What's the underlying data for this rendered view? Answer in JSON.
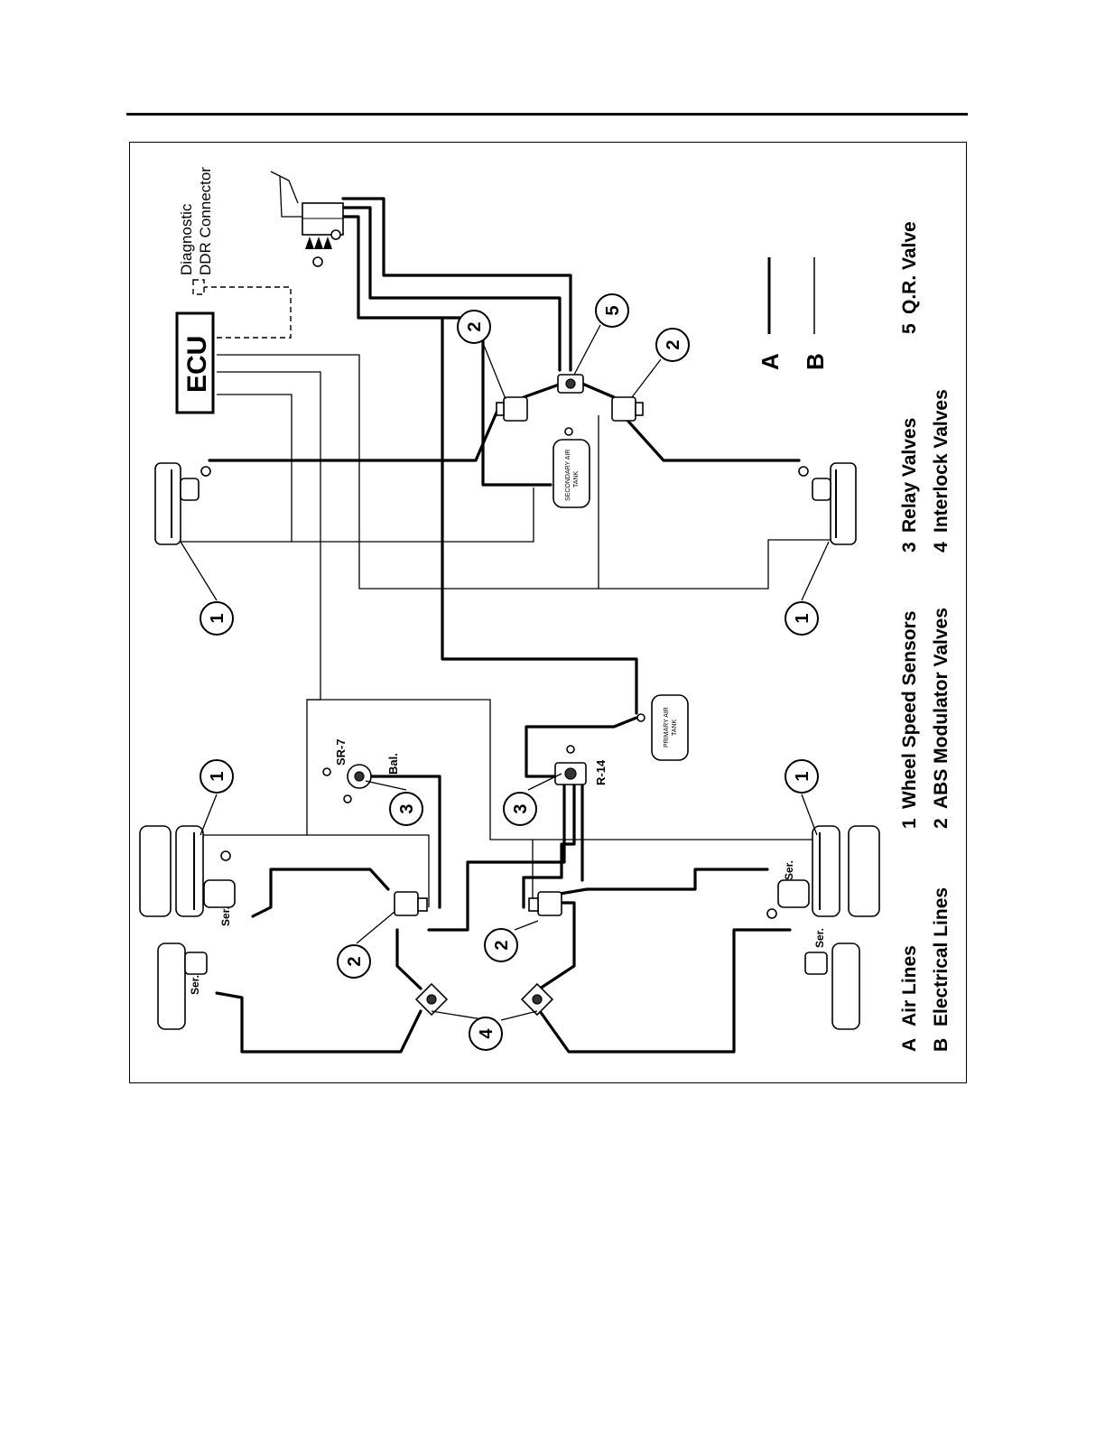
{
  "ecu_label": "ECU",
  "diagnostic_label": "Diagnostic",
  "ddr_connector_label": "DDR Connector",
  "tank_labels": {
    "secondary": [
      "SECONDARY AIR",
      "TANK"
    ],
    "primary": [
      "PRIMARY AIR",
      "TANK"
    ]
  },
  "component_tags": {
    "sr7": "SR-7",
    "bal": "Bal.",
    "r14": "R-14",
    "ser": "Ser."
  },
  "line_key": {
    "a": "A",
    "b": "B"
  },
  "legend": [
    {
      "id": "A",
      "text": "Air Lines"
    },
    {
      "id": "B",
      "text": "Electrical Lines"
    },
    {
      "id": "1",
      "text": "Wheel Speed Sensors"
    },
    {
      "id": "2",
      "text": "ABS Modulator Valves"
    },
    {
      "id": "3",
      "text": "Relay Valves"
    },
    {
      "id": "4",
      "text": "Interlock Valves"
    },
    {
      "id": "5",
      "text": "Q.R. Valve"
    }
  ],
  "callouts": [
    "1",
    "2",
    "3",
    "4",
    "5"
  ]
}
